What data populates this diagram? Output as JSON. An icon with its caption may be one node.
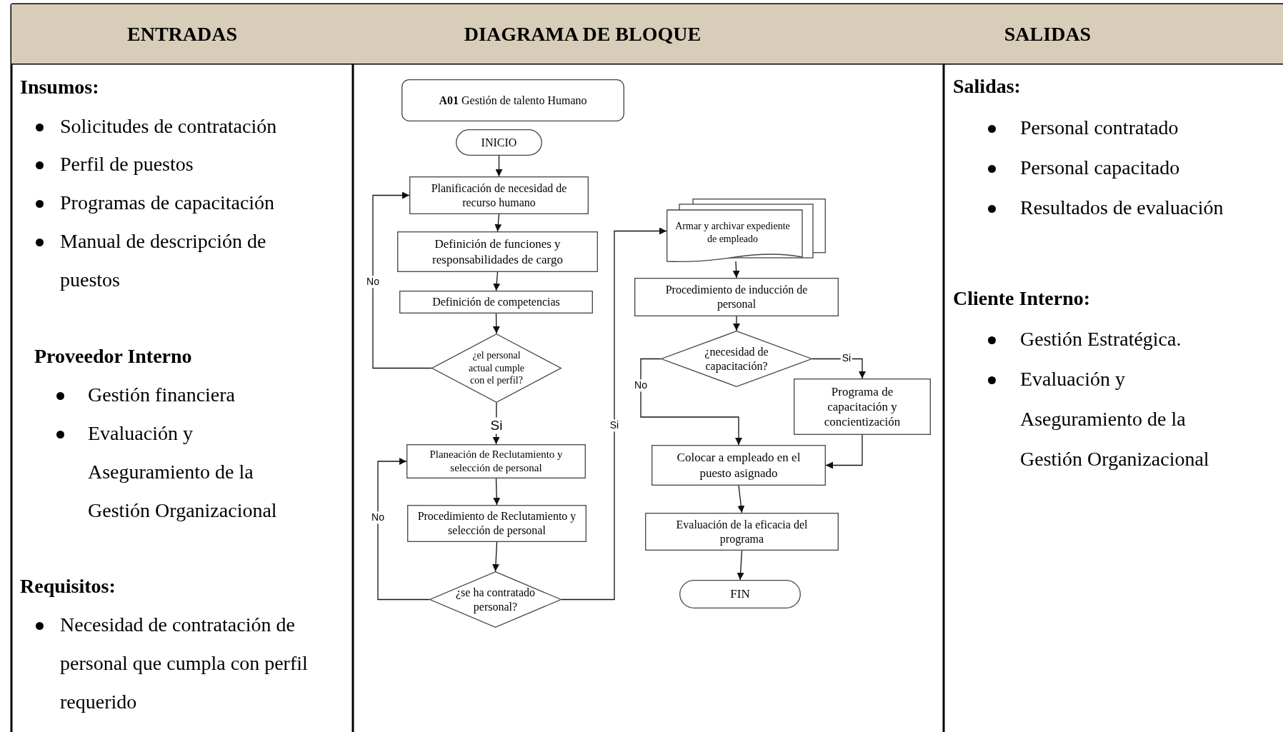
{
  "diagram": {
    "nodes": [
      {
        "text": [
          "**A01** Gestión de talento Humano"
        ]
      },
      {
        "text": [
          "INICIO"
        ]
      },
      {
        "text": [
          "Planificación de necesidad de recurso humano"
        ]
      },
      {
        "text": [
          "Definición de funciones y responsabilidades de cargo"
        ]
      },
      {
        "text": [
          "Definición de competencias"
        ]
      },
      {
        "text": [
          "¿el personal actual cumple con el perfil?"
        ]
      },
      {
        "text": [
          "Planeación de Reclutamiento y selección de personal"
        ]
      },
      {
        "text": [
          "Procedimiento de Reclutamiento y selección de personal"
        ]
      },
      {
        "text": [
          "¿se ha contratado personal?"
        ]
      },
      {
        "text": [
          "Armar y archivar expediente de empleado"
        ]
      },
      {
        "text": [
          "Procedimiento de inducción de personal"
        ]
      },
      {
        "text": [
          "¿necesidad de capacitación?"
        ]
      },
      {
        "text": [
          "Programa de capacitación y concientización"
        ]
      },
      {
        "text": [
          "Colocar a empleado en el puesto asignado"
        ]
      },
      {
        "text": [
          "Evaluación de la eficacia del programa"
        ]
      },
      {
        "text": [
          "FIN"
        ]
      }
    ],
    "edges": [
      {
        "from": 1,
        "to": 2,
        "arrow": "to"
      },
      {
        "from": 2,
        "to": 3,
        "arrow": "to"
      },
      {
        "from": 3,
        "to": 4,
        "arrow": "to"
      },
      {
        "from": 4,
        "to": 5,
        "arrow": "to"
      },
      {
        "from": 5,
        "to": 2,
        "label": "No",
        "arrow": "to"
      },
      {
        "from": 5,
        "to": 6,
        "label": "Si",
        "arrow": "to"
      },
      {
        "from": 6,
        "to": 7,
        "arrow": "to"
      },
      {
        "from": 7,
        "to": 8,
        "arrow": "to"
      },
      {
        "from": 8,
        "to": 6,
        "label": "No",
        "arrow": "to"
      },
      {
        "from": 8,
        "to": 9,
        "label": "Si",
        "arrow": "to"
      },
      {
        "from": 9,
        "to": 10,
        "arrow": "to"
      },
      {
        "from": 10,
        "to": 11,
        "arrow": "to"
      },
      {
        "from": 11,
        "to": 13,
        "label": "No",
        "arrow": "to"
      },
      {
        "from": 11,
        "to": 12,
        "label": "Si",
        "arrow": "to"
      },
      {
        "from": 12,
        "to": 13,
        "arrow": "to"
      },
      {
        "from": 13,
        "to": 14,
        "arrow": "to"
      },
      {
        "from": 14,
        "to": 15,
        "arrow": "to"
      }
    ],
    "labels": [
      "ENTRADAS",
      "DIAGRAMA DE BLOQUE",
      "SALIDAS",
      "Insumos:",
      "Solicitudes de contratación",
      "Perfil de puestos",
      "Programas de capacitación",
      "Manual de descripción de puestos",
      "Proveedor Interno",
      "Gestión financiera",
      "Evaluación y Aseguramiento de la Gestión Organizacional",
      "Requisitos:",
      "Necesidad de contratación de personal que cumpla con perfil requerido",
      "Salidas:",
      "Personal contratado",
      "Personal capacitado",
      "Resultados de evaluación",
      "Cliente Interno:",
      "Gestión Estratégica.",
      "Evaluación y Aseguramiento de la Gestión Organizacional"
    ]
  }
}
